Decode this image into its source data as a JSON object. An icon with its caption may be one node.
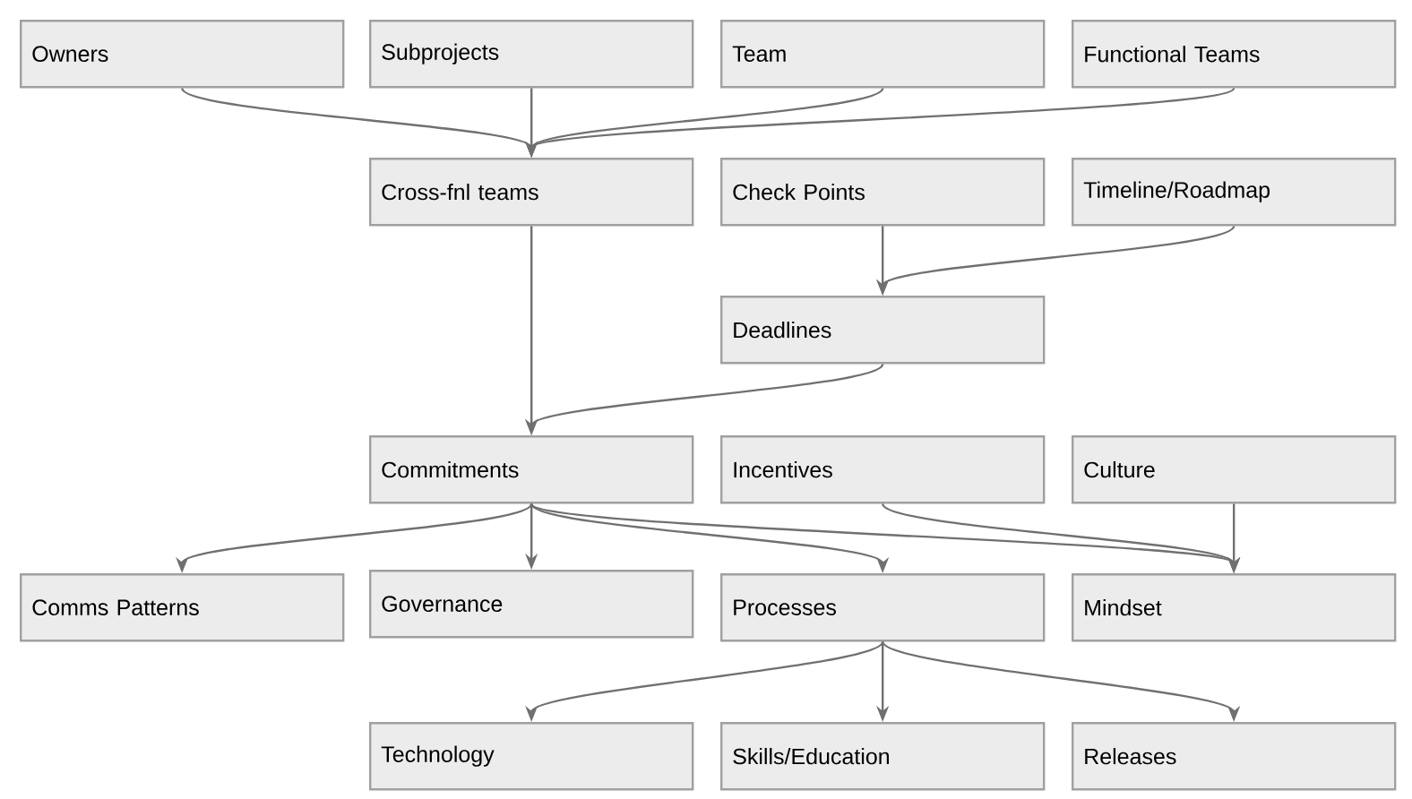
{
  "diagram": {
    "nodes": [
      {
        "text": [
          "Owners"
        ]
      },
      {
        "text": [
          "Subprojects"
        ]
      },
      {
        "text": [
          "Team"
        ]
      },
      {
        "text": [
          "Functional Teams"
        ]
      },
      {
        "text": [
          "Cross-fnl teams"
        ]
      },
      {
        "text": [
          "Check Points"
        ]
      },
      {
        "text": [
          "Timeline/Roadmap"
        ]
      },
      {
        "text": [
          "Deadlines"
        ]
      },
      {
        "text": [
          "Commitments"
        ]
      },
      {
        "text": [
          "Incentives"
        ]
      },
      {
        "text": [
          "Culture"
        ]
      },
      {
        "text": [
          "Comms Patterns"
        ]
      },
      {
        "text": [
          "Governance"
        ]
      },
      {
        "text": [
          "Processes"
        ]
      },
      {
        "text": [
          "Mindset"
        ]
      },
      {
        "text": [
          "Technology"
        ]
      },
      {
        "text": [
          "Skills/Education"
        ]
      },
      {
        "text": [
          "Releases"
        ]
      }
    ],
    "edges": [
      {
        "from": 0,
        "to": 4,
        "arrow": "to"
      },
      {
        "from": 1,
        "to": 4,
        "arrow": "to"
      },
      {
        "from": 2,
        "to": 4,
        "arrow": "to"
      },
      {
        "from": 3,
        "to": 4,
        "arrow": "to"
      },
      {
        "from": 5,
        "to": 7,
        "arrow": "to"
      },
      {
        "from": 6,
        "to": 7,
        "arrow": "to"
      },
      {
        "from": 4,
        "to": 8,
        "arrow": "to"
      },
      {
        "from": 7,
        "to": 8,
        "arrow": "to"
      },
      {
        "from": 8,
        "to": 11,
        "arrow": "to"
      },
      {
        "from": 8,
        "to": 12,
        "arrow": "to"
      },
      {
        "from": 8,
        "to": 13,
        "arrow": "to"
      },
      {
        "from": 8,
        "to": 14,
        "arrow": "to"
      },
      {
        "from": 9,
        "to": 14,
        "arrow": "to"
      },
      {
        "from": 10,
        "to": 14,
        "arrow": "to"
      },
      {
        "from": 13,
        "to": 15,
        "arrow": "to"
      },
      {
        "from": 13,
        "to": 16,
        "arrow": "to"
      },
      {
        "from": 13,
        "to": 17,
        "arrow": "to"
      }
    ]
  }
}
